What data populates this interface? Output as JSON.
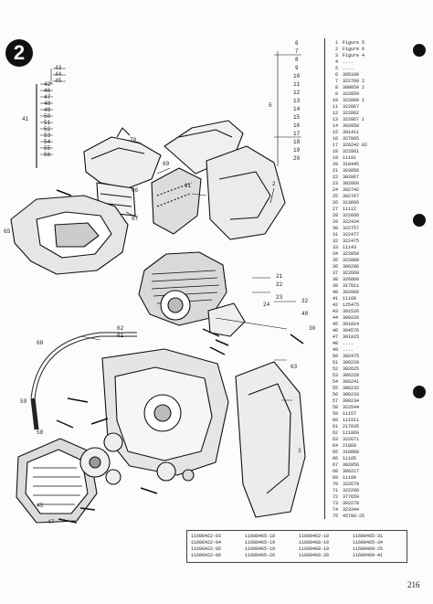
{
  "badge_number": "2",
  "page_number": "216",
  "legend_header": [
    "Figure 5",
    "Figure 6",
    "Figure 4"
  ],
  "legend_rows": [
    {
      "num": "1",
      "part": "Figure 5",
      "sub": ""
    },
    {
      "num": "2",
      "part": "Figure 6",
      "sub": ""
    },
    {
      "num": "3",
      "part": "Figure 4",
      "sub": ""
    },
    {
      "num": "4",
      "part": "....",
      "sub": ""
    },
    {
      "num": "5",
      "part": "....",
      "sub": ""
    },
    {
      "num": "6",
      "part": "305100",
      "sub": ""
    },
    {
      "num": "7",
      "part": "322789",
      "sub": "2"
    },
    {
      "num": "8",
      "part": "388059",
      "sub": "2"
    },
    {
      "num": "9",
      "part": "322859",
      "sub": ""
    },
    {
      "num": "10",
      "part": "322860",
      "sub": "1"
    },
    {
      "num": "11",
      "part": "322867",
      "sub": ""
    },
    {
      "num": "12",
      "part": "322862",
      "sub": ""
    },
    {
      "num": "13",
      "part": "322867",
      "sub": "1"
    },
    {
      "num": "14",
      "part": "392858",
      "sub": ""
    },
    {
      "num": "15",
      "part": "301411",
      "sub": ""
    },
    {
      "num": "16",
      "part": "327865",
      "sub": ""
    },
    {
      "num": "17",
      "part": "326242 82",
      "sub": ""
    },
    {
      "num": "18",
      "part": "322961",
      "sub": ""
    },
    {
      "num": "19",
      "part": "11101",
      "sub": ""
    },
    {
      "num": "20",
      "part": "318445",
      "sub": ""
    },
    {
      "num": "21",
      "part": "303856",
      "sub": ""
    },
    {
      "num": "22",
      "part": "302867",
      "sub": ""
    },
    {
      "num": "23",
      "part": "302066",
      "sub": ""
    },
    {
      "num": "24",
      "part": "302742",
      "sub": ""
    },
    {
      "num": "25",
      "part": "302767",
      "sub": ""
    },
    {
      "num": "26",
      "part": "313666",
      "sub": ""
    },
    {
      "num": "27",
      "part": "11112",
      "sub": ""
    },
    {
      "num": "28",
      "part": "322666",
      "sub": ""
    },
    {
      "num": "29",
      "part": "322434",
      "sub": ""
    },
    {
      "num": "30",
      "part": "322757",
      "sub": ""
    },
    {
      "num": "31",
      "part": "322477",
      "sub": ""
    },
    {
      "num": "32",
      "part": "322475",
      "sub": ""
    },
    {
      "num": "33",
      "part": "11143",
      "sub": ""
    },
    {
      "num": "34",
      "part": "322859",
      "sub": ""
    },
    {
      "num": "35",
      "part": "322880",
      "sub": ""
    },
    {
      "num": "36",
      "part": "306206",
      "sub": ""
    },
    {
      "num": "37",
      "part": "322660",
      "sub": ""
    },
    {
      "num": "38",
      "part": "326860",
      "sub": ""
    },
    {
      "num": "39",
      "part": "317811",
      "sub": ""
    },
    {
      "num": "40",
      "part": "302866",
      "sub": ""
    },
    {
      "num": "41",
      "part": "11160",
      "sub": ""
    },
    {
      "num": "42",
      "part": "125475",
      "sub": ""
    },
    {
      "num": "43",
      "part": "301526",
      "sub": ""
    },
    {
      "num": "44",
      "part": "300226",
      "sub": ""
    },
    {
      "num": "45",
      "part": "301814",
      "sub": ""
    },
    {
      "num": "46",
      "part": "304576",
      "sub": ""
    },
    {
      "num": "47",
      "part": "301815",
      "sub": ""
    },
    {
      "num": "48",
      "part": "....",
      "sub": ""
    },
    {
      "num": "49",
      "part": "....",
      "sub": ""
    },
    {
      "num": "50",
      "part": "302475",
      "sub": ""
    },
    {
      "num": "51",
      "part": "306228",
      "sub": ""
    },
    {
      "num": "52",
      "part": "302625",
      "sub": ""
    },
    {
      "num": "53",
      "part": "306228",
      "sub": ""
    },
    {
      "num": "54",
      "part": "306241",
      "sub": ""
    },
    {
      "num": "55",
      "part": "306232",
      "sub": ""
    },
    {
      "num": "56",
      "part": "306233",
      "sub": ""
    },
    {
      "num": "57",
      "part": "300234",
      "sub": ""
    },
    {
      "num": "58",
      "part": "322544",
      "sub": ""
    },
    {
      "num": "59",
      "part": "11157",
      "sub": ""
    },
    {
      "num": "60",
      "part": "111511",
      "sub": ""
    },
    {
      "num": "61",
      "part": "217035",
      "sub": ""
    },
    {
      "num": "62",
      "part": "111869",
      "sub": ""
    },
    {
      "num": "63",
      "part": "322671",
      "sub": ""
    },
    {
      "num": "64",
      "part": "21869",
      "sub": ""
    },
    {
      "num": "65",
      "part": "310868",
      "sub": ""
    },
    {
      "num": "66",
      "part": "11105",
      "sub": ""
    },
    {
      "num": "67",
      "part": "302856",
      "sub": ""
    },
    {
      "num": "68",
      "part": "306217",
      "sub": ""
    },
    {
      "num": "69",
      "part": "11100",
      "sub": ""
    },
    {
      "num": "70",
      "part": "322679",
      "sub": ""
    },
    {
      "num": "71",
      "part": "322280",
      "sub": ""
    },
    {
      "num": "72",
      "part": "377659",
      "sub": ""
    },
    {
      "num": "73",
      "part": "302278",
      "sub": ""
    },
    {
      "num": "74",
      "part": "323344",
      "sub": ""
    },
    {
      "num": "75",
      "part": "45706-25",
      "sub": ""
    }
  ],
  "callouts_left": [
    "42",
    "46",
    "47",
    "48",
    "49",
    "50",
    "51",
    "52",
    "53",
    "54",
    "55",
    "56"
  ],
  "callouts_left_top": [
    "43",
    "44",
    "45"
  ],
  "callout_41": "41",
  "callouts_right_top": [
    "6",
    "7",
    "8",
    "9",
    "10",
    "11",
    "12",
    "13",
    "14",
    "15",
    "16",
    "17",
    "18",
    "19",
    "20"
  ],
  "callout_5": "5",
  "callouts_diagram": [
    {
      "id": "c-70",
      "text": "70"
    },
    {
      "id": "c-69",
      "text": "69"
    },
    {
      "id": "c-66",
      "text": "66"
    },
    {
      "id": "c-67",
      "text": "67"
    },
    {
      "id": "c-65",
      "text": "65"
    },
    {
      "id": "c-31",
      "text": "31"
    },
    {
      "id": "c-2",
      "text": "2"
    },
    {
      "id": "c-21",
      "text": "21"
    },
    {
      "id": "c-22",
      "text": "22"
    },
    {
      "id": "c-23",
      "text": "23"
    },
    {
      "id": "c-24",
      "text": "24"
    },
    {
      "id": "c-30",
      "text": "30"
    },
    {
      "id": "c-32",
      "text": "32"
    },
    {
      "id": "c-40",
      "text": "40"
    },
    {
      "id": "c-62",
      "text": "62"
    },
    {
      "id": "c-61",
      "text": "61"
    },
    {
      "id": "c-68",
      "text": "68"
    },
    {
      "id": "c-63",
      "text": "63"
    },
    {
      "id": "c-58",
      "text": "58"
    },
    {
      "id": "c-59",
      "text": "59"
    },
    {
      "id": "c-3",
      "text": "3"
    },
    {
      "id": "c-46",
      "text": "45"
    },
    {
      "id": "c-47",
      "text": "47"
    }
  ],
  "codes_table": [
    [
      "11600422-03",
      "11600465-18",
      "11600462-18",
      "11600465-31"
    ],
    [
      "11600422-04",
      "11600465-19",
      "11600468-19",
      "11600465-34"
    ],
    [
      "11600422-05",
      "11600465-19",
      "11600468-19",
      "11600469-25"
    ],
    [
      "11600422-06",
      "11600465-20",
      "11600468-20",
      "11600469-41"
    ]
  ]
}
